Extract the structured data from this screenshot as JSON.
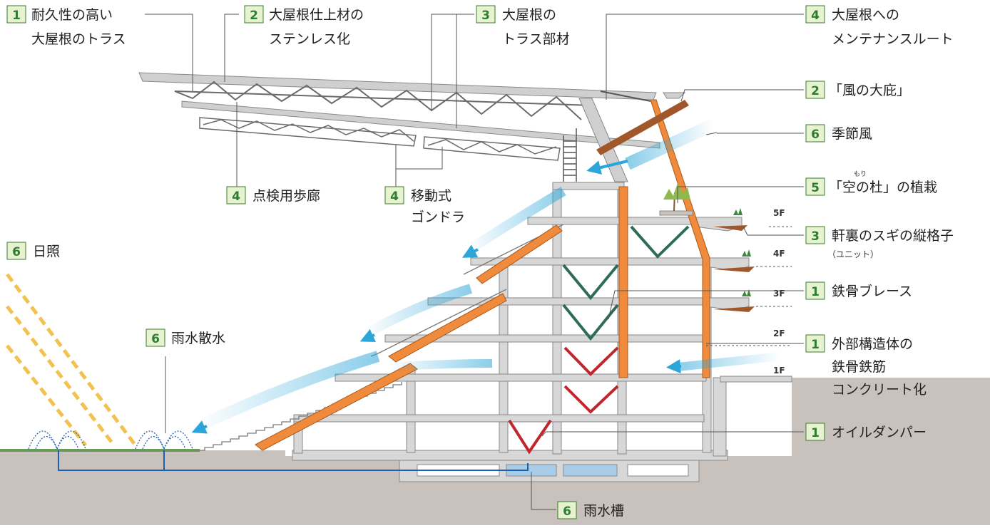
{
  "callouts": [
    {
      "num": "1",
      "lines": [
        "耐久性の高い",
        "大屋根のトラス"
      ]
    },
    {
      "num": "2",
      "lines": [
        "大屋根仕上材の",
        "ステンレス化"
      ]
    },
    {
      "num": "3",
      "lines": [
        "大屋根の",
        "トラス部材"
      ]
    },
    {
      "num": "4",
      "lines": [
        "大屋根への",
        "メンテナンスルート"
      ]
    },
    {
      "num": "2",
      "lines": [
        "「風の大庇」"
      ]
    },
    {
      "num": "6",
      "lines": [
        "季節風"
      ]
    },
    {
      "num": "5",
      "lines": [
        "「空の杜」の植栽"
      ],
      "ruby": "もり"
    },
    {
      "num": "3",
      "lines": [
        "軒裏のスギの縦格子"
      ],
      "sub": "（ユニット）"
    },
    {
      "num": "1",
      "lines": [
        "鉄骨ブレース"
      ]
    },
    {
      "num": "1",
      "lines": [
        "外部構造体の",
        "鉄骨鉄筋",
        "コンクリート化"
      ]
    },
    {
      "num": "1",
      "lines": [
        "オイルダンパー"
      ]
    },
    {
      "num": "6",
      "lines": [
        "雨水槽"
      ]
    },
    {
      "num": "4",
      "lines": [
        "点検用歩廊"
      ]
    },
    {
      "num": "4",
      "lines": [
        "移動式",
        "ゴンドラ"
      ]
    },
    {
      "num": "6",
      "lines": [
        "日照"
      ]
    },
    {
      "num": "6",
      "lines": [
        "雨水散水"
      ]
    }
  ],
  "floors": [
    "5F",
    "4F",
    "3F",
    "2F",
    "1F"
  ],
  "colors": {
    "concrete": "#d7d7d7",
    "concrete_edge": "#8a8a8a",
    "ground": "#c9c1bb",
    "orange": "#f08a3c",
    "brown": "#a0582a",
    "green_brace": "#2f6b5a",
    "red_damper": "#c0272d",
    "wind": "#2ca6d9",
    "sun": "#f2c14e",
    "water": "#1f5fb0",
    "tag_fill": "#e6f2d0",
    "tag_stroke": "#3a7d2c"
  }
}
